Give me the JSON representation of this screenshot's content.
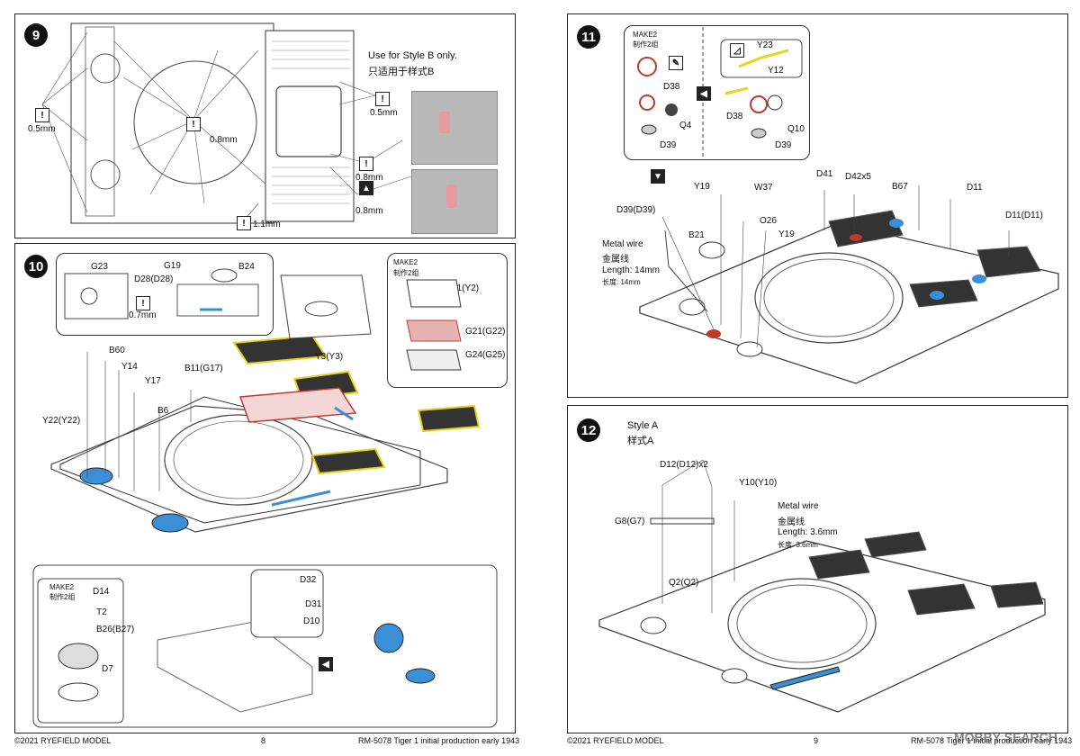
{
  "page_left": {
    "step9": {
      "number": "9",
      "note_en": "Use for Style B only.",
      "note_cn": "只适用于样式B",
      "dims": [
        "0.5mm",
        "0.8mm",
        "0.5mm",
        "0.8mm",
        "0.8mm",
        "1.1mm"
      ]
    },
    "step10": {
      "number": "10",
      "callout_parts": [
        "G23",
        "D28(D28)",
        "G19",
        "B24",
        "0.7mm"
      ],
      "make2_title": "MAKE2",
      "make2_cn": "制作2组",
      "make2_parts": [
        "Y1(Y2)",
        "G21(G22)",
        "G24(G25)"
      ],
      "parts": [
        "B60",
        "Y14",
        "Y17",
        "B11(G17)",
        "Y3(Y3)",
        "B6",
        "Y22(Y22)"
      ],
      "sub_make2_title": "MAKE2",
      "sub_make2_cn": "制作2组",
      "sub_parts": [
        "D14",
        "T2",
        "B26(B27)",
        "D7"
      ],
      "detail_parts": [
        "D32",
        "D31",
        "D10"
      ]
    },
    "footer": {
      "copyright": "©2021 RYEFIELD MODEL",
      "page": "8",
      "title": "RM-5078  Tiger 1 initial production early 1943"
    }
  },
  "page_right": {
    "step11": {
      "number": "11",
      "make2_title": "MAKE2",
      "make2_cn": "制作2组",
      "make2_parts_a": [
        "D38",
        "Q4",
        "D39"
      ],
      "make2_parts_b": [
        "Y23",
        "Y12",
        "D38",
        "Q10",
        "D39"
      ],
      "parts": [
        "D39(D39)",
        "Y19",
        "W37",
        "D41",
        "D42x5",
        "B67",
        "D11",
        "D11(D11)",
        "O26",
        "Y19",
        "B21"
      ],
      "wire_en": "Metal wire",
      "wire_cn": "金属线",
      "length_en": "Length: 14mm",
      "length_cn": "长度: 14mm"
    },
    "step12": {
      "number": "12",
      "style_en": "Style A",
      "style_cn": "样式A",
      "parts": [
        "D12(D12)x2",
        "Y10(Y10)",
        "G8(G7)",
        "Q2(Q2)"
      ],
      "wire_en": "Metal wire",
      "wire_cn": "金属线",
      "length_en": "Length: 3.6mm",
      "length_cn": "长度: 3.6mm"
    },
    "footer": {
      "copyright": "©2021 RYEFIELD MODEL",
      "page": "9",
      "title": "RM-5078  Tiger 1 initial production early 1943"
    }
  },
  "watermark": "MOBBY SEARCH",
  "colors": {
    "red": "#c0392b",
    "blue": "#3b8fd6",
    "yellow": "#e8d21d",
    "dark": "#222222"
  }
}
